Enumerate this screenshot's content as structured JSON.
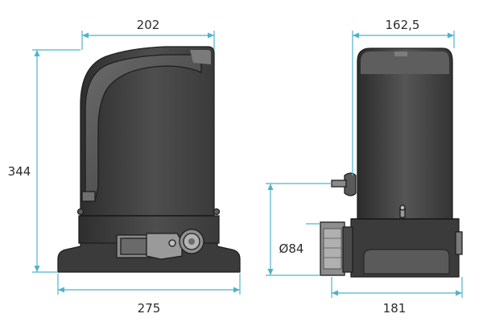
{
  "drawing": {
    "side_view": {
      "height_label": "344",
      "top_width_label": "202",
      "base_length_label": "275"
    },
    "front_view": {
      "top_width_label": "162,5",
      "base_width_label": "181",
      "pinion_diameter_label": "Ø84"
    },
    "colors": {
      "dimension_lines": "#4fb3c8",
      "housing": "#3b3b3b",
      "text": "#2b2b2b"
    }
  }
}
